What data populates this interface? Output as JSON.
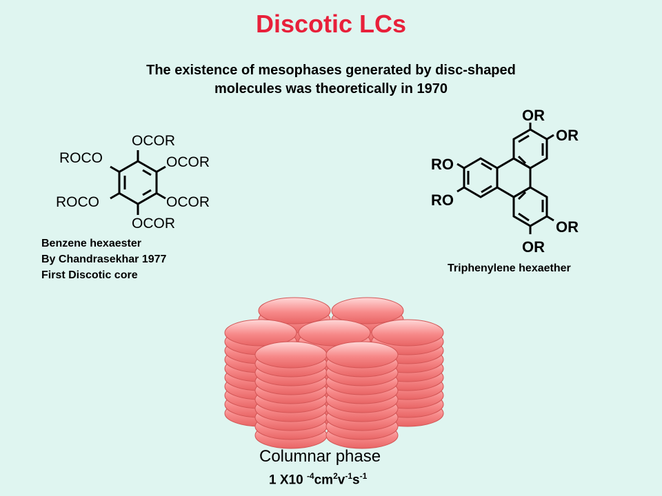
{
  "title": "Discotic LCs",
  "subtitle_line1": "The existence of mesophases generated by disc-shaped",
  "subtitle_line2": "molecules was theoretically in 1970",
  "benzene": {
    "labels": {
      "top": "OCOR",
      "upper_left": "ROCO",
      "upper_right": "OCOR",
      "lower_left": "ROCO",
      "lower_right": "OCOR",
      "bottom": "OCOR"
    },
    "caption_lines": [
      "Benzene hexaester",
      "By Chandrasekhar 1977",
      "First Discotic core"
    ]
  },
  "triphenylene": {
    "labels": {
      "top1": "OR",
      "top2": "OR",
      "left1": "RO",
      "left2": "RO",
      "bottom1": "OR",
      "bottom2": "OR"
    },
    "caption": "Triphenylene hexaether"
  },
  "columnar": {
    "label": "Columnar phase",
    "mobility": {
      "prefix": "1 X10",
      "exp1": "-4",
      "unit1": "cm",
      "exp2": "2",
      "unit2": "v",
      "exp3": "-1",
      "unit3": "s",
      "exp4": "-1"
    },
    "disc_color": "#f07a7a"
  },
  "colors": {
    "title": "#e8203a",
    "background": "#dff5f0"
  }
}
